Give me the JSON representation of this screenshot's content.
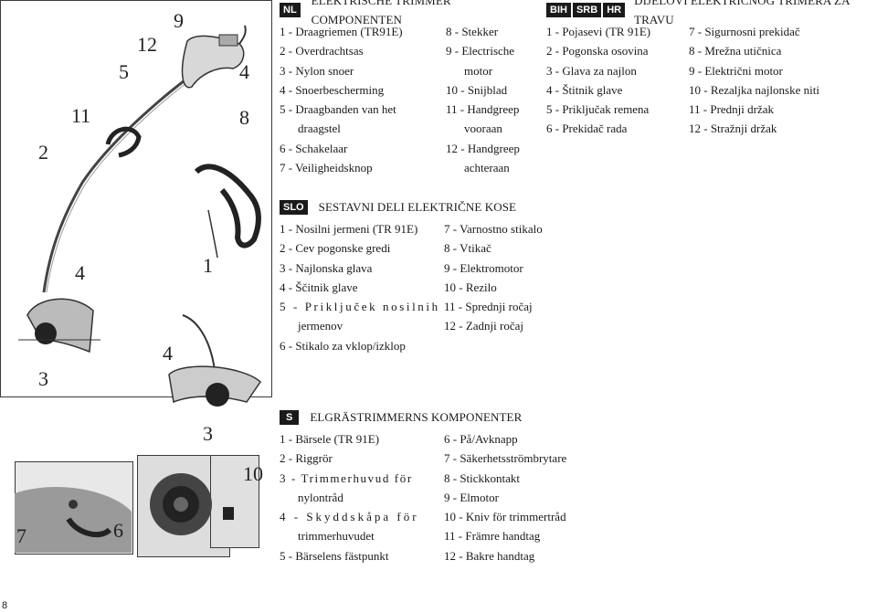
{
  "callouts": {
    "c9": "9",
    "c12": "12",
    "c5": "5",
    "c4a": "4",
    "c8": "8",
    "c11": "11",
    "c2": "2",
    "c4b": "4",
    "c1": "1",
    "c3a": "3",
    "c4c": "4",
    "c3b": "3",
    "c10": "10",
    "c7": "7",
    "c6": "6"
  },
  "nl": {
    "badges": [
      "NL"
    ],
    "title": "ELEKTRISCHE TRIMMER COMPONENTEN",
    "left": [
      "1 - Draagriemen (TR91E)",
      "2 - Overdrachtsas",
      "3 - Nylon snoer",
      "4 - Snoerbescherming",
      "5 - Draagbanden van het",
      "draagstel",
      "6 - Schakelaar",
      "7 - Veiligheidsknop"
    ],
    "right": [
      "8 - Stekker",
      "9 - Electrische",
      "motor",
      "10 - Snijblad",
      "11 - Handgreep",
      "vooraan",
      "12 - Handgreep",
      "achteraan"
    ]
  },
  "hr": {
    "badges": [
      "BIH",
      "SRB",
      "HR"
    ],
    "title": "DIJELOVI ELEKTRIČNOG TRIMERA ZA TRAVU",
    "left": [
      "1 - Pojasevi (TR 91E)",
      "2 - Pogonska osovina",
      "3 - Glava za najlon",
      "4 - Štitnik glave",
      "5 - Priključak remena",
      "6 - Prekidač rada"
    ],
    "right": [
      "7 - Sigurnosni prekidač",
      "8 - Mrežna utičnica",
      "9 - Električni motor",
      "10 - Rezaljka najlonske niti",
      "11 - Prednji držak",
      "12 - Stražnji držak"
    ]
  },
  "slo": {
    "badges": [
      "SLO"
    ],
    "title": "SESTAVNI DELI ELEKTRIČNE KOSE",
    "left": [
      "1 - Nosilni jermeni (TR 91E)",
      "2 - Cev pogonske gredi",
      "3 - Najlonska glava",
      "4 - Ščitnik glave",
      "5 - Priključek nosilnih",
      "jermenov",
      "6 - Stikalo za vklop/izklop"
    ],
    "right": [
      "7 - Varnostno stikalo",
      "8 - Vtikač",
      "9 - Elektromotor",
      "10 - Rezilo",
      "11 - Sprednji ročaj",
      "12 - Zadnji ročaj"
    ]
  },
  "se": {
    "badges": [
      "S"
    ],
    "title": "ELGRÄSTRIMMERNS KOMPONENTER",
    "left": [
      "1 - Bärsele (TR 91E)",
      "2 - Riggrör",
      "3 - Trimmerhuvud för",
      "nylontråd",
      "4 - Skyddskåpa för",
      "trimmerhuvudet",
      "5 - Bärselens fästpunkt"
    ],
    "right": [
      "6 - På/Avknapp",
      "7 - Säkerhetsströmbrytare",
      "8 - Stickkontakt",
      "9 - Elmotor",
      "10 - Kniv för trimmertråd",
      "11 - Främre handtag",
      "12 - Bakre handtag"
    ]
  },
  "page_number": "8"
}
